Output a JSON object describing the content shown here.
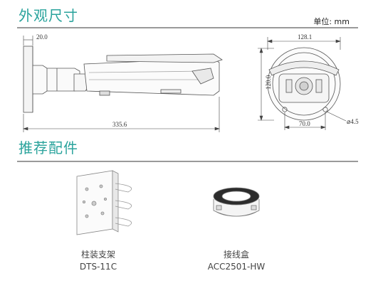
{
  "sections": {
    "dimensions_title": "外观尺寸",
    "accessories_title": "推荐配件"
  },
  "unit_label": "单位: mm",
  "dimensions": {
    "mount_width": "20.0",
    "total_length": "335.6",
    "front_width": "128.1",
    "front_height": "120.0",
    "hole_spacing": "70.0",
    "hole_diameter": "⌀4.5"
  },
  "accessories": [
    {
      "name": "柱装支架",
      "model": "DTS-11C"
    },
    {
      "name": "接线盒",
      "model": "ACC2501-HW"
    }
  ],
  "colors": {
    "accent": "#2aa39c",
    "rule": "#9a9a9a"
  }
}
